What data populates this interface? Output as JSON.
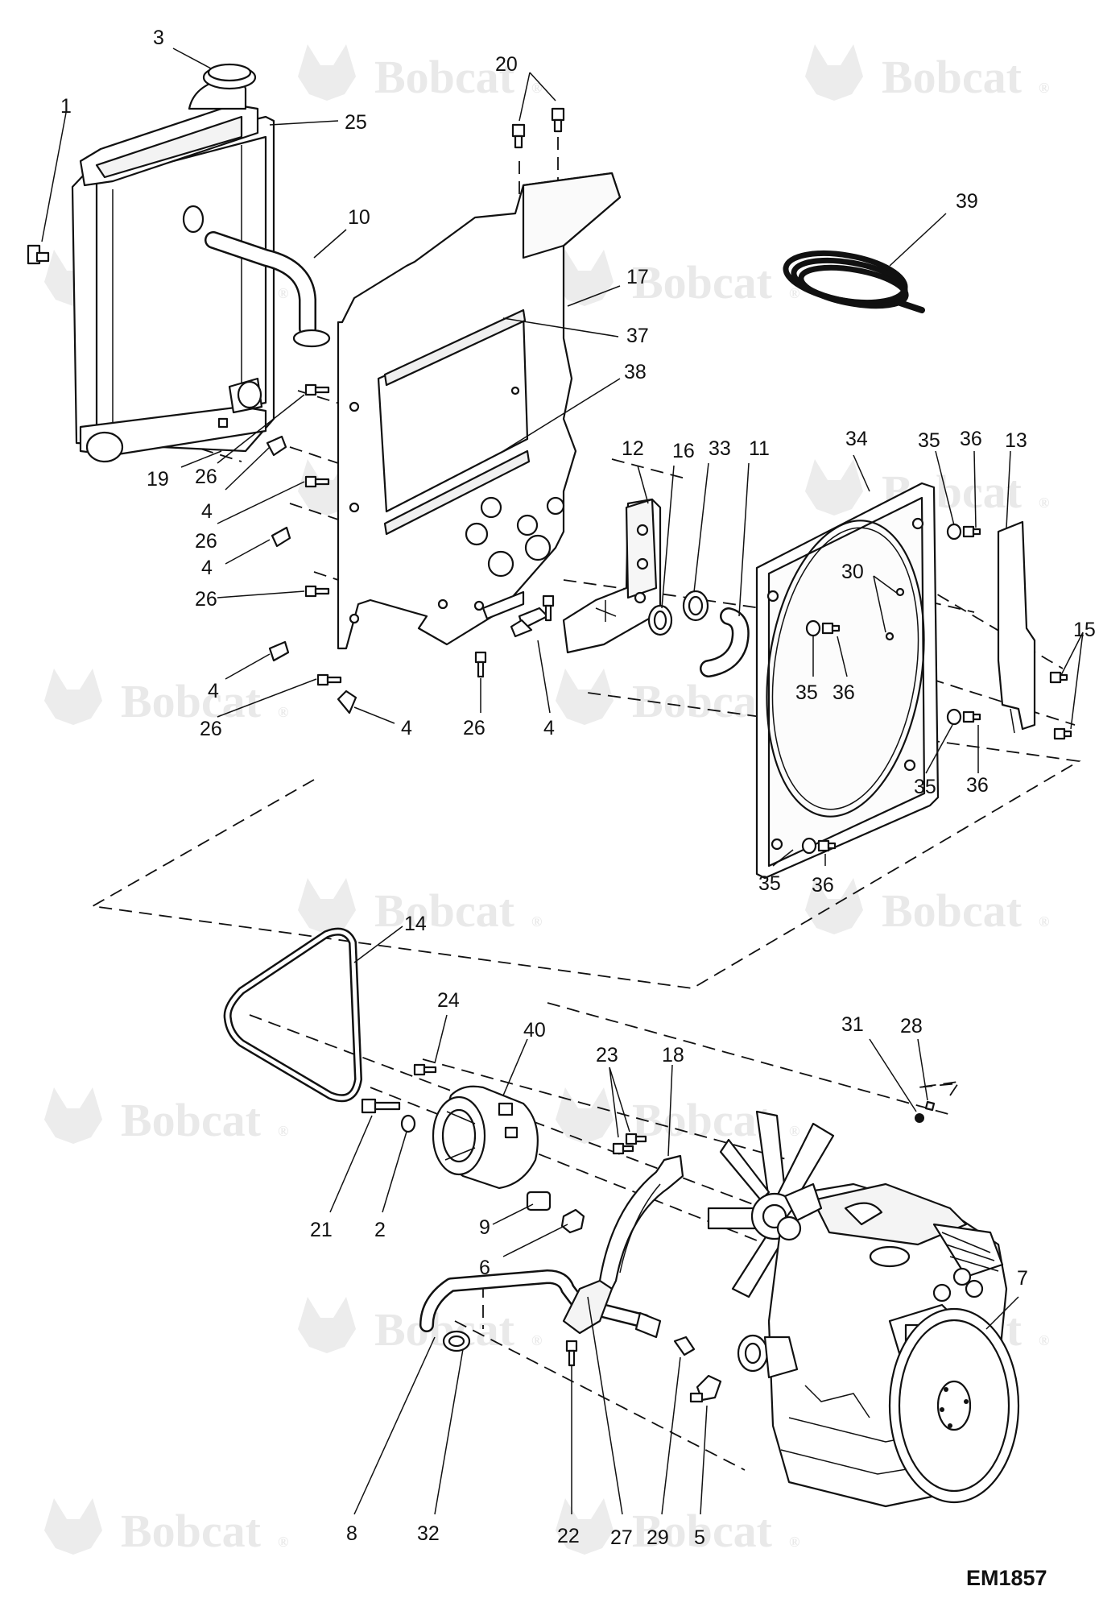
{
  "watermark": {
    "brand": "Bobcat",
    "registered": "®"
  },
  "figure_code": "EM1857",
  "callouts": [
    {
      "id": "c1",
      "text": "1"
    },
    {
      "id": "c3",
      "text": "3"
    },
    {
      "id": "c25",
      "text": "25"
    },
    {
      "id": "c20",
      "text": "20"
    },
    {
      "id": "c10",
      "text": "10"
    },
    {
      "id": "c39",
      "text": "39"
    },
    {
      "id": "c17",
      "text": "17"
    },
    {
      "id": "c37",
      "text": "37"
    },
    {
      "id": "c38",
      "text": "38"
    },
    {
      "id": "c19",
      "text": "19"
    },
    {
      "id": "c26a",
      "text": "26"
    },
    {
      "id": "c4a",
      "text": "4"
    },
    {
      "id": "c26b",
      "text": "26"
    },
    {
      "id": "c4b",
      "text": "4"
    },
    {
      "id": "c26c",
      "text": "26"
    },
    {
      "id": "c4c",
      "text": "4"
    },
    {
      "id": "c26d",
      "text": "26"
    },
    {
      "id": "c4d",
      "text": "4"
    },
    {
      "id": "c26e",
      "text": "26"
    },
    {
      "id": "c4e",
      "text": "4"
    },
    {
      "id": "c12",
      "text": "12"
    },
    {
      "id": "c16",
      "text": "16"
    },
    {
      "id": "c33",
      "text": "33"
    },
    {
      "id": "c11",
      "text": "11"
    },
    {
      "id": "c34",
      "text": "34"
    },
    {
      "id": "c35a",
      "text": "35"
    },
    {
      "id": "c36a",
      "text": "36"
    },
    {
      "id": "c13",
      "text": "13"
    },
    {
      "id": "c30",
      "text": "30"
    },
    {
      "id": "c35b",
      "text": "35"
    },
    {
      "id": "c36b",
      "text": "36"
    },
    {
      "id": "c15",
      "text": "15"
    },
    {
      "id": "c35c",
      "text": "35"
    },
    {
      "id": "c36c",
      "text": "36"
    },
    {
      "id": "c35d",
      "text": "35"
    },
    {
      "id": "c36d",
      "text": "36"
    },
    {
      "id": "c14",
      "text": "14"
    },
    {
      "id": "c24",
      "text": "24"
    },
    {
      "id": "c40",
      "text": "40"
    },
    {
      "id": "c23",
      "text": "23"
    },
    {
      "id": "c18",
      "text": "18"
    },
    {
      "id": "c31",
      "text": "31"
    },
    {
      "id": "c28",
      "text": "28"
    },
    {
      "id": "c21",
      "text": "21"
    },
    {
      "id": "c2",
      "text": "2"
    },
    {
      "id": "c9",
      "text": "9"
    },
    {
      "id": "c6",
      "text": "6"
    },
    {
      "id": "c7",
      "text": "7"
    },
    {
      "id": "c8",
      "text": "8"
    },
    {
      "id": "c32",
      "text": "32"
    },
    {
      "id": "c22",
      "text": "22"
    },
    {
      "id": "c27",
      "text": "27"
    },
    {
      "id": "c29",
      "text": "29"
    },
    {
      "id": "c5",
      "text": "5"
    }
  ]
}
